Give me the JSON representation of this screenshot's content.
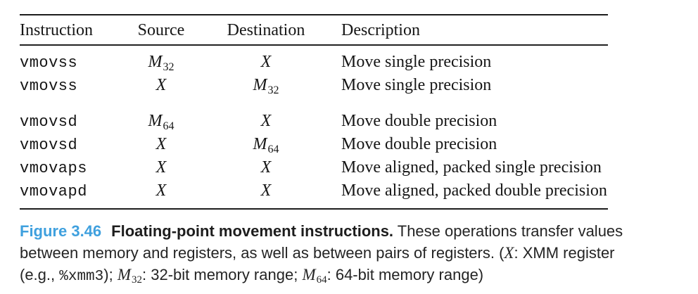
{
  "colors": {
    "accent_blue": "#3fa0de",
    "text": "#161616",
    "rule": "#1c1c1c"
  },
  "table": {
    "columns": [
      "Instruction",
      "Source",
      "Destination",
      "Description"
    ],
    "groups": [
      {
        "rows": [
          {
            "instruction": "vmovss",
            "source": {
              "base": "M",
              "sub": "32"
            },
            "destination": {
              "base": "X",
              "sub": ""
            },
            "description": "Move single precision"
          },
          {
            "instruction": "vmovss",
            "source": {
              "base": "X",
              "sub": ""
            },
            "destination": {
              "base": "M",
              "sub": "32"
            },
            "description": "Move single precision"
          }
        ]
      },
      {
        "rows": [
          {
            "instruction": "vmovsd",
            "source": {
              "base": "M",
              "sub": "64"
            },
            "destination": {
              "base": "X",
              "sub": ""
            },
            "description": "Move double precision"
          },
          {
            "instruction": "vmovsd",
            "source": {
              "base": "X",
              "sub": ""
            },
            "destination": {
              "base": "M",
              "sub": "64"
            },
            "description": "Move double precision"
          },
          {
            "instruction": "vmovaps",
            "source": {
              "base": "X",
              "sub": ""
            },
            "destination": {
              "base": "X",
              "sub": ""
            },
            "description": "Move aligned, packed single precision"
          },
          {
            "instruction": "vmovapd",
            "source": {
              "base": "X",
              "sub": ""
            },
            "destination": {
              "base": "X",
              "sub": ""
            },
            "description": "Move aligned, packed double precision"
          }
        ]
      }
    ]
  },
  "caption": {
    "figure_label": "Figure 3.46",
    "title": "Floating-point movement instructions.",
    "line1_rest": " These operations transfer values",
    "line2_pre": "between memory and registers, as well as between pairs of registers. (",
    "line2_var": "X",
    "line2_post": ": XMM register",
    "line3_pre": "(e.g., ",
    "line3_code": "%xmm3",
    "line3_mid1": "); ",
    "line3_var1": "M",
    "line3_sub1": "32",
    "line3_mid2": ": 32-bit memory range; ",
    "line3_var2": "M",
    "line3_sub2": "64",
    "line3_end": ": 64-bit memory range)"
  }
}
